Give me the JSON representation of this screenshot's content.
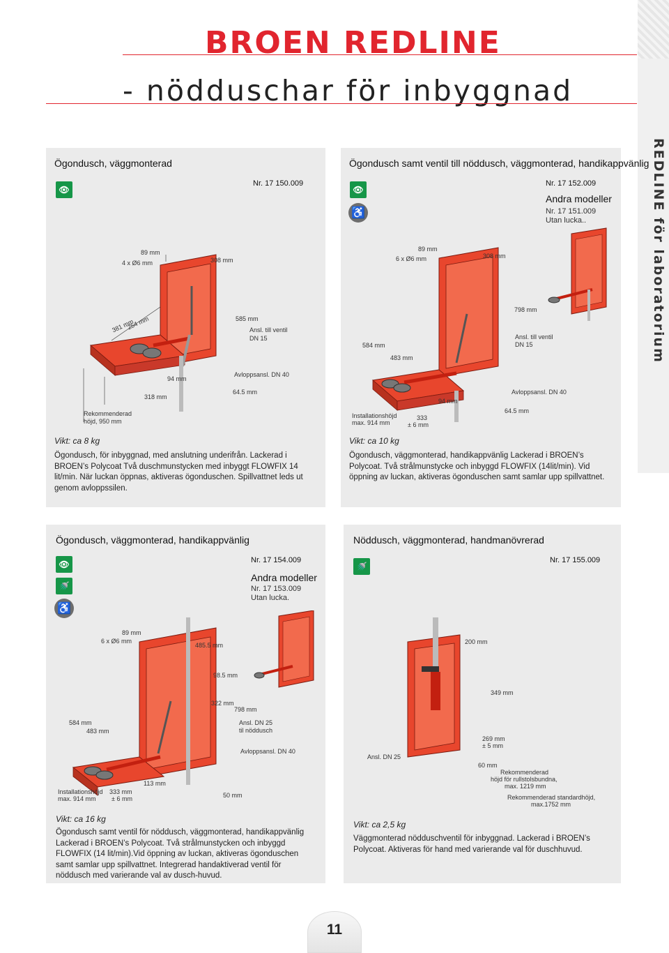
{
  "header": {
    "brand": "BROEN REDLINE",
    "subtitle": "- nödduschar för inbyggnad",
    "side_tab": "REDLINE för laboratorium"
  },
  "colors": {
    "brand_red": "#e1252e",
    "product_red": "#e8462d",
    "safety_green": "#169648",
    "panel_gray": "#ebebeb"
  },
  "icons": [
    "eyewash-sign-icon",
    "shower-sign-icon",
    "wheelchair-icon"
  ],
  "products": [
    {
      "title": "Ögondusch, väggmonterad",
      "nr": "Nr. 17 150.009",
      "dims": [
        "4 x Ø6 mm",
        "89 mm",
        "308 mm",
        "381 mm",
        "254 mm",
        "585 mm",
        "Ansl. till ventil",
        "DN 15",
        "94 mm",
        "Avloppsansl. DN 40",
        "318 mm",
        "64.5 mm",
        "Rekommenderad",
        "höjd, 950 mm"
      ],
      "vikt": "Vikt: ca 8 kg",
      "description": "Ögondusch, för inbyggnad, med anslutning underifrån. Lackerad i BROEN’s Polycoat Två duschmunstycken med inbyggt FLOWFIX 14 lit/min. När luckan öppnas, aktiveras ögonduschen. Spillvattnet leds ut genom avloppssilen."
    },
    {
      "title": "Ögondusch samt ventil till nöddusch, väggmonterad, handikappvänlig",
      "nr": "Nr. 17 152.009",
      "andra": "Andra modeller",
      "andra_nr": "Nr. 17 151.009",
      "andra_note": "Utan lucka..",
      "dims": [
        "6 x Ø6 mm",
        "89 mm",
        "308 mm",
        "798 mm",
        "584 mm",
        "483 mm",
        "Ansl. till ventil",
        "DN 15",
        "Avloppsansl. DN 40",
        "94 mm",
        "64.5 mm",
        "Installationshöjd",
        "max. 914 mm",
        "333",
        "± 6 mm"
      ],
      "vikt": "Vikt: ca 10 kg",
      "description": "Ögondusch, väggmonterad, handikappvänlig Lackerad i  BROEN’s Polycoat. Två strålmunstycke och inbyggd FLOWFIX (14lit/min). Vid öppning av luckan, aktiveras ögonduschen samt samlar upp spillvattnet."
    },
    {
      "title": "Ögondusch, väggmonterad, handikappvänlig",
      "nr": "Nr. 17 154.009",
      "andra": "Andra modeller",
      "andra_nr": "Nr. 17 153.009",
      "andra_note": "Utan lucka.",
      "dims": [
        "89 mm",
        "6 x Ø6 mm",
        "485.5 mm",
        "98.5 mm",
        "322 mm",
        "798 mm",
        "584 mm",
        "483 mm",
        "Ansl. DN 25",
        "til nöddusch",
        "Avloppsansl. DN 40",
        "Installationshöjd",
        "max. 914 mm",
        "333 mm",
        "± 6 mm",
        "113 mm",
        "50 mm"
      ],
      "vikt": "Vikt: ca 16 kg",
      "description": "Ögondusch samt ventil för nöddusch, väggmonterad, handikappvänlig Lackerad i BROEN’s Polycoat. Två strålmunstycken och inbyggd FLOWFIX (14 lit/min).Vid öppning av luckan, aktiveras ögonduschen samt samlar upp spillvattnet. Integrerad handaktiverad ventil för nöddusch med varierande val av dusch-huvud."
    },
    {
      "title": "Nöddusch, väggmonterad, handmanövrerad",
      "nr": "Nr. 17 155.009",
      "dims": [
        "200 mm",
        "349 mm",
        "269 mm",
        "± 5 mm",
        "Ansl. DN 25",
        "60 mm",
        "Rekommenderad",
        "höjd för rullstolsbundna,",
        "max. 1219 mm",
        "Rekommenderad standardhöjd,",
        "max.1752 mm"
      ],
      "vikt": "Vikt: ca 2,5 kg",
      "description": "Väggmonterad nödduschventil för inbyggnad. Lackerad i BROEN’s Polycoat. Aktiveras för hand med varierande val för duschhuvud."
    }
  ],
  "page_number": "11"
}
